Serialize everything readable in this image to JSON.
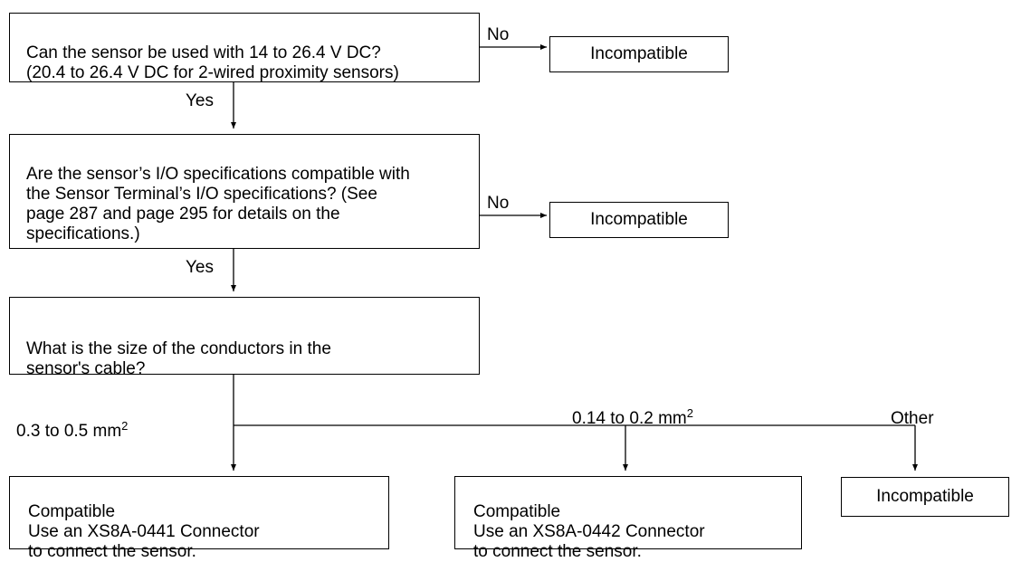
{
  "q1": {
    "text": "Can the sensor be used with 14 to 26.4 V DC?\n(20.4 to 26.4 V DC for 2-wired proximity sensors)",
    "no_label": "No",
    "yes_label": "Yes",
    "result": "Incompatible"
  },
  "q2": {
    "text": "Are the sensor’s I/O specifications compatible with\nthe Sensor Terminal’s I/O specifications? (See\npage 287 and page 295 for details on the\nspecifications.)",
    "no_label": "No",
    "yes_label": "Yes",
    "result": "Incompatible"
  },
  "q3": {
    "text": "What is the size of the conductors in the\nsensor's cable?"
  },
  "branches": {
    "a": {
      "label": "0.3 to 0.5 mm",
      "sup": "2",
      "result": "Compatible\nUse an XS8A-0441 Connector\nto connect the sensor."
    },
    "b": {
      "label": "0.14 to 0.2 mm",
      "sup": "2",
      "result": "Compatible\nUse an XS8A-0442 Connector\nto connect the sensor."
    },
    "c": {
      "label": "Other",
      "result": "Incompatible"
    }
  }
}
